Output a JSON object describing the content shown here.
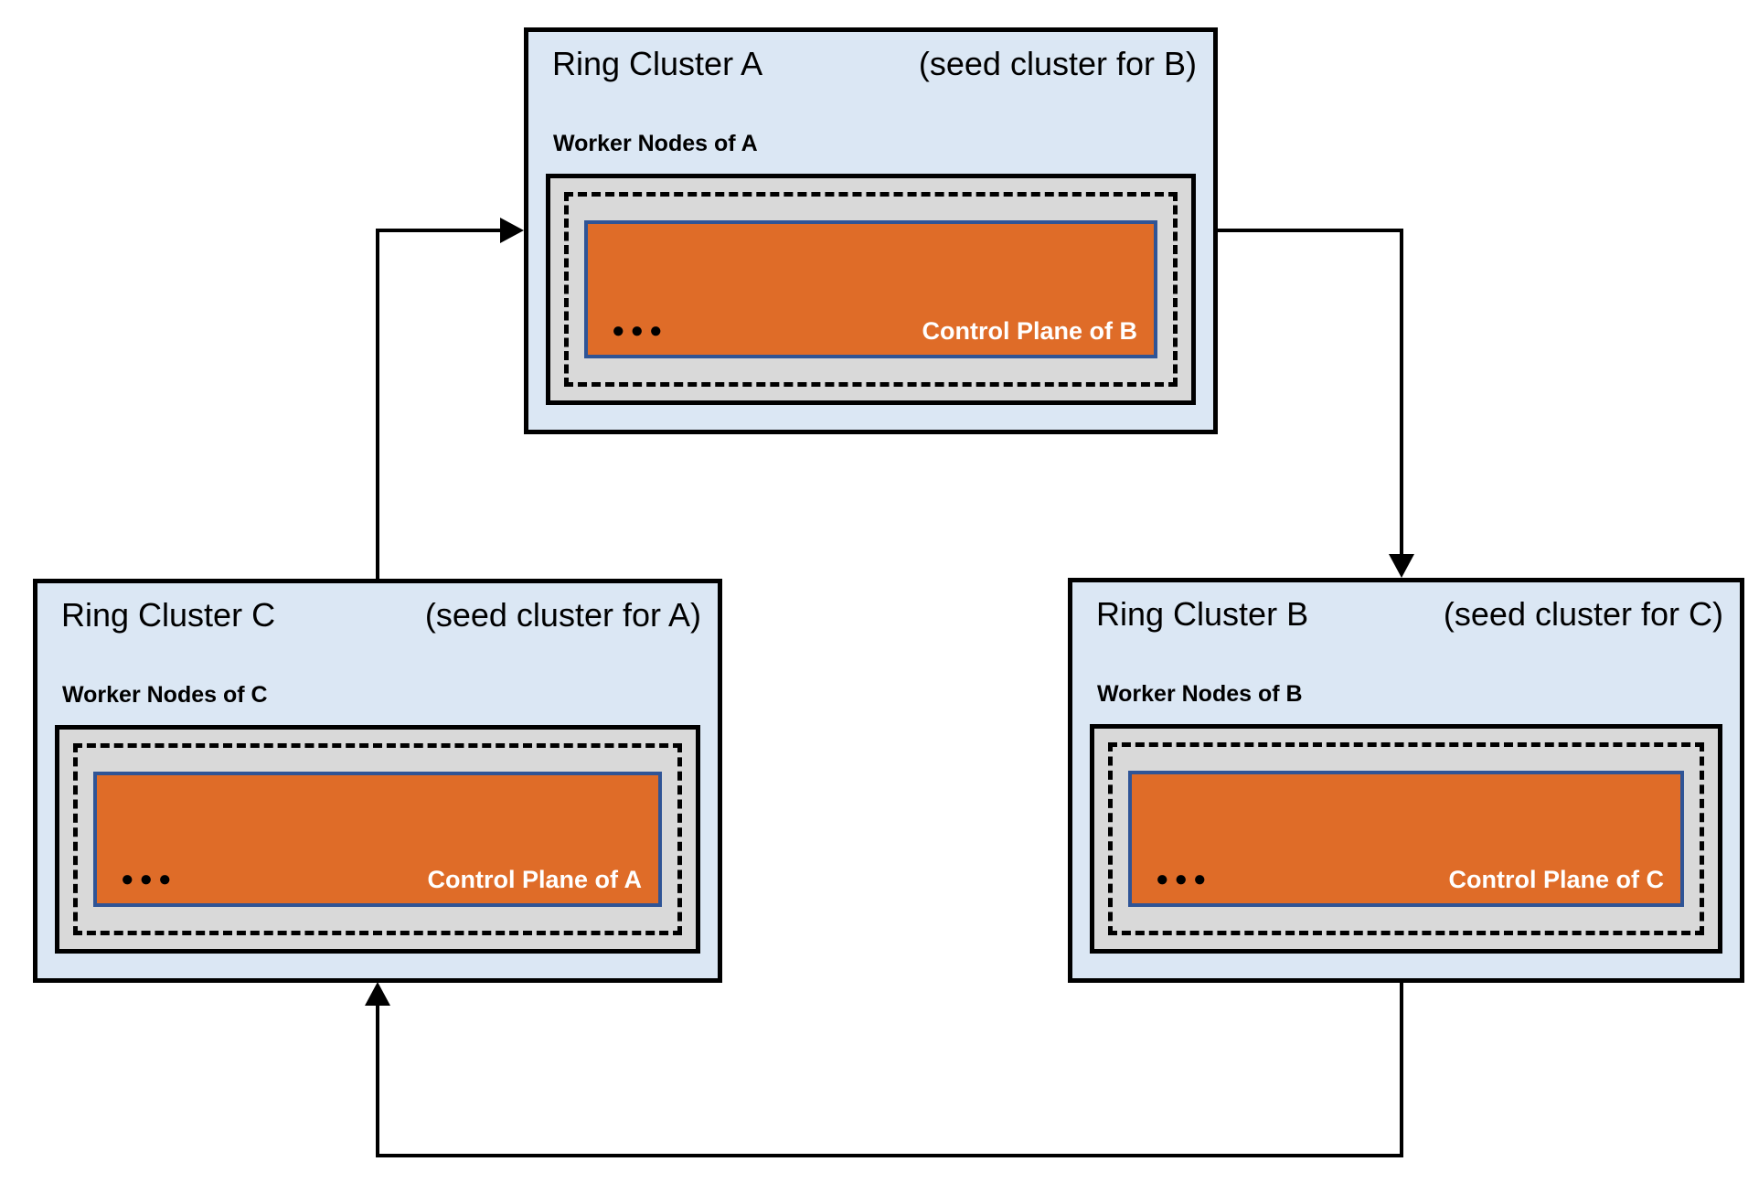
{
  "colors": {
    "cluster_fill": "#dbe7f4",
    "cluster_border": "#000000",
    "worker_box_fill": "#d9d9d9",
    "worker_box_border": "#000000",
    "dashed_border": "#000000",
    "control_plane_fill": "#df6c28",
    "control_plane_border": "#2f5496",
    "control_label_color": "#ffffff",
    "connector_color": "#000000",
    "background": "#ffffff"
  },
  "clusters": [
    {
      "id": "A",
      "title": "Ring Cluster A",
      "seed_note": "(seed cluster for B)",
      "worker_label": "Worker Nodes of A",
      "control_label": "Control Plane of B",
      "dots": "●●●"
    },
    {
      "id": "C",
      "title": "Ring Cluster C",
      "seed_note": "(seed cluster for A)",
      "worker_label": "Worker Nodes of C",
      "control_label": "Control Plane of A",
      "dots": "●●●"
    },
    {
      "id": "B",
      "title": "Ring Cluster B",
      "seed_note": "(seed cluster for C)",
      "worker_label": "Worker Nodes of B",
      "control_label": "Control Plane of C",
      "dots": "●●●"
    }
  ],
  "connections": [
    {
      "from": "C",
      "to": "A",
      "arrow_enters": "left side of A"
    },
    {
      "from": "A",
      "to": "B",
      "arrow_enters": "top of B"
    },
    {
      "from": "B",
      "to": "C",
      "arrow_enters": "bottom of C"
    }
  ]
}
